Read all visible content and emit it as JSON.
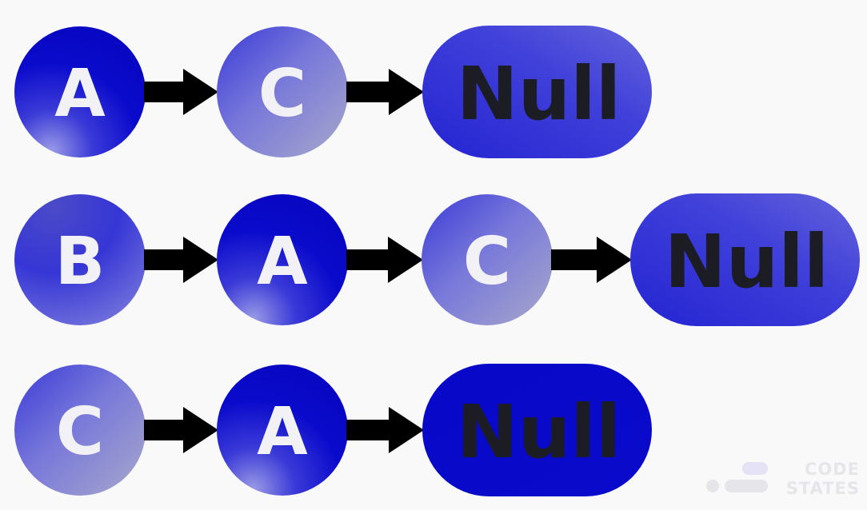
{
  "rows": [
    {
      "nodes": [
        {
          "label": "A",
          "style": "dark"
        },
        {
          "label": "C",
          "style": "light"
        }
      ],
      "terminal": "Null",
      "terminal_style": "medium"
    },
    {
      "nodes": [
        {
          "label": "B",
          "style": "medium"
        },
        {
          "label": "A",
          "style": "dark"
        },
        {
          "label": "C",
          "style": "light"
        }
      ],
      "terminal": "Null",
      "terminal_style": "medium"
    },
    {
      "nodes": [
        {
          "label": "C",
          "style": "light"
        },
        {
          "label": "A",
          "style": "dark"
        }
      ],
      "terminal": "Null",
      "terminal_style": "dark"
    }
  ],
  "watermark": {
    "line1": "CODE",
    "line2": "STATES",
    "icon": "code-states-logo-icon"
  },
  "colors": {
    "dark_node": "#0a0acc",
    "medium_node": "#3a3ad8",
    "light_node": "#8c8cd0",
    "arrow": "#000000",
    "null_text": "#1c1c24",
    "node_text": "#f2f2f6"
  }
}
